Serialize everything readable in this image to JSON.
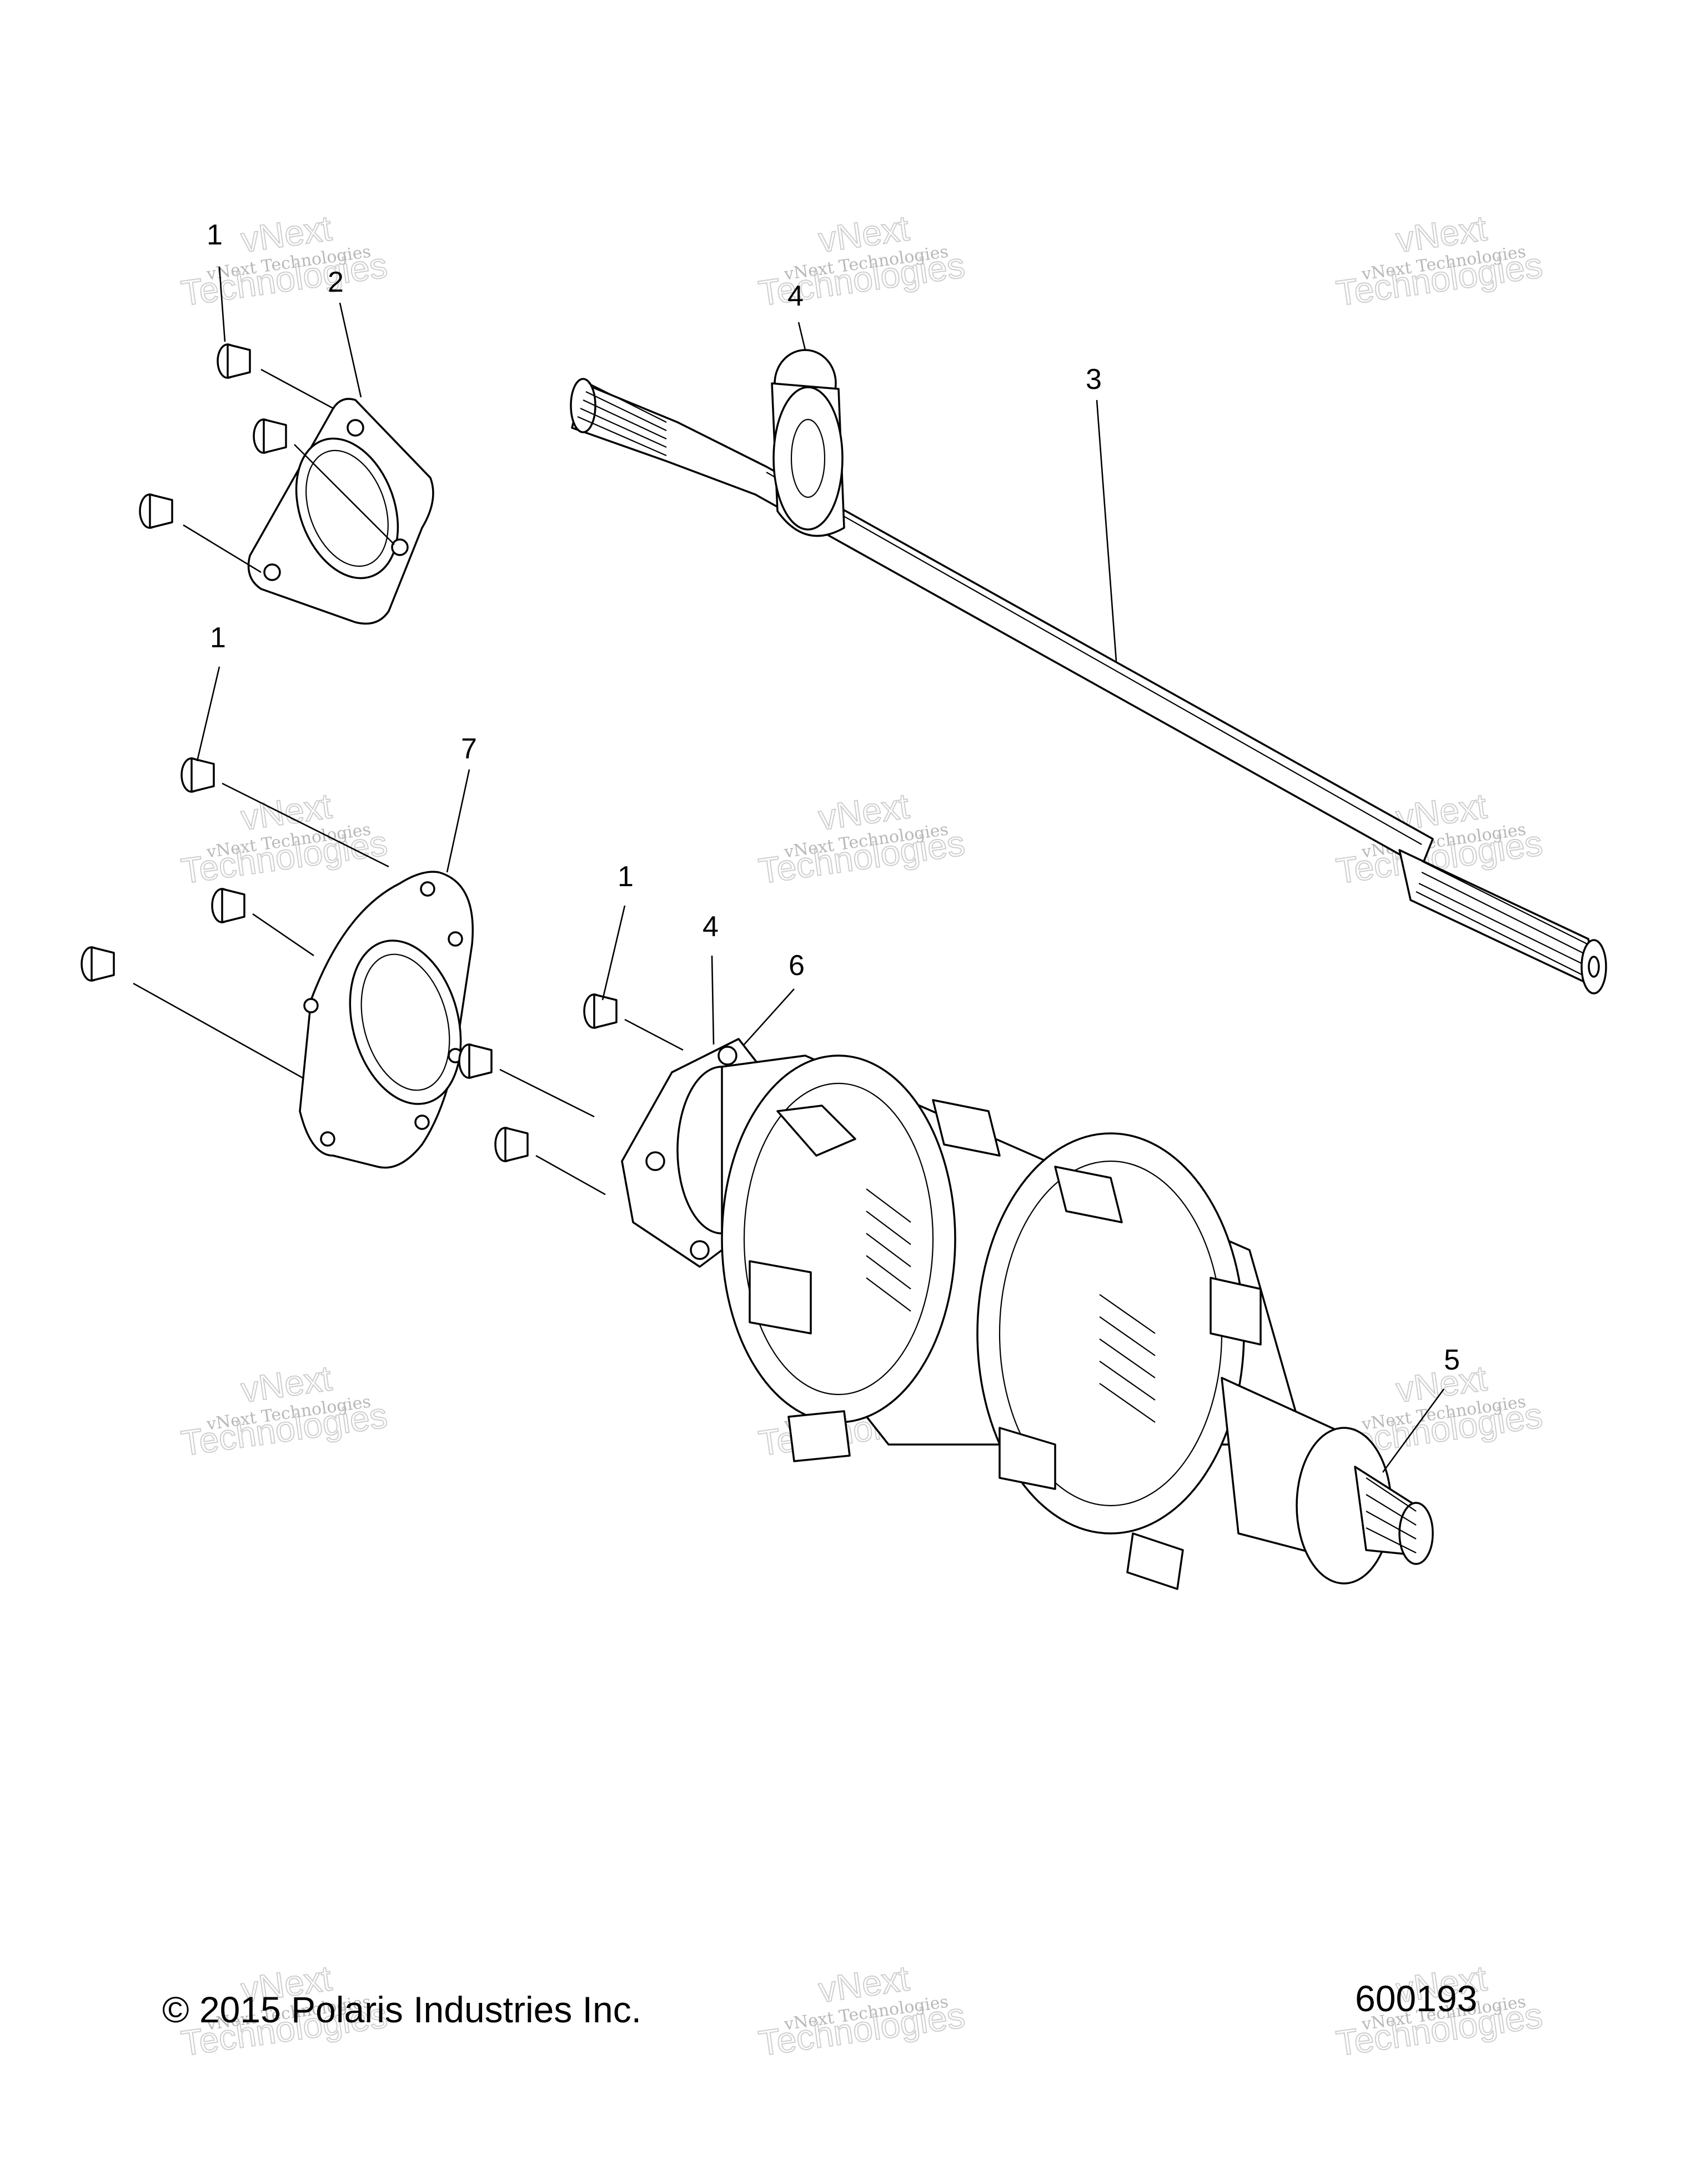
{
  "callouts": [
    "1",
    "2",
    "1",
    "7",
    "1",
    "4",
    "6",
    "4",
    "3",
    "5"
  ],
  "watermark": {
    "small": "vNext Technologies",
    "big_top": "vNext",
    "big_bottom": "Technologies"
  },
  "footer": {
    "copyright": "© 2015 Polaris Industries Inc.",
    "figure_number": "600193"
  }
}
